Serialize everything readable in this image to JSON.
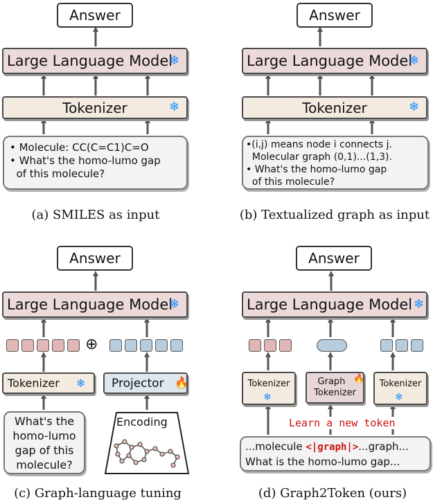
{
  "panel_a": {
    "answer": "Answer",
    "llm": "Large Language Model",
    "tokenizer": "Tokenizer",
    "input_lines": [
      "• Molecule: CC(C=C1)C=O",
      "• What's the homo-lumo gap",
      "  of this molecule?"
    ],
    "caption": "(a)  SMILES as input"
  },
  "panel_b": {
    "answer": "Answer",
    "llm": "Large Language Model",
    "tokenizer": "Tokenizer",
    "input_lines": [
      "•(i,j) means node i connects j.",
      "  Molecular graph (0,1)...(1,3).",
      "• What's the homo-lumo gap",
      "  of this molecule?"
    ],
    "caption": "(b)  Textualized graph as input"
  },
  "panel_c": {
    "answer": "Answer",
    "llm": "Large Language Model",
    "tokenizer": "Tokenizer",
    "projector": "Projector",
    "input_lines": [
      "What's the",
      "homo-lumo",
      "gap of this",
      "molecule?"
    ],
    "encoding": "Encoding",
    "concat": "⊕",
    "caption": "(c)  Graph-language tuning"
  },
  "panel_d": {
    "answer": "Answer",
    "llm": "Large Language Model",
    "tokenizer_left": "Tokenizer",
    "graph_tokenizer_top": "Graph",
    "graph_tokenizer_bottom": "Tokenizer",
    "tokenizer_right": "Tokenizer",
    "learn_label": "Learn a new token",
    "input_line1_pre": "...molecule ",
    "input_line1_tag": "<|graph|>",
    "input_line1_post": "...graph...",
    "input_line2": "What is the homo-lumo gap...",
    "caption": "(d)  Graph2Token (ours)"
  },
  "icons": {
    "frozen": "snowflake-icon",
    "trainable": "fire-icon"
  },
  "colors": {
    "llm": "#ecdada",
    "tokenizer": "#f4ebe0",
    "projector": "#dde7ee",
    "token_red": "#e1b7b5",
    "token_blue": "#b7ccdd",
    "highlight": "#cc1111"
  }
}
